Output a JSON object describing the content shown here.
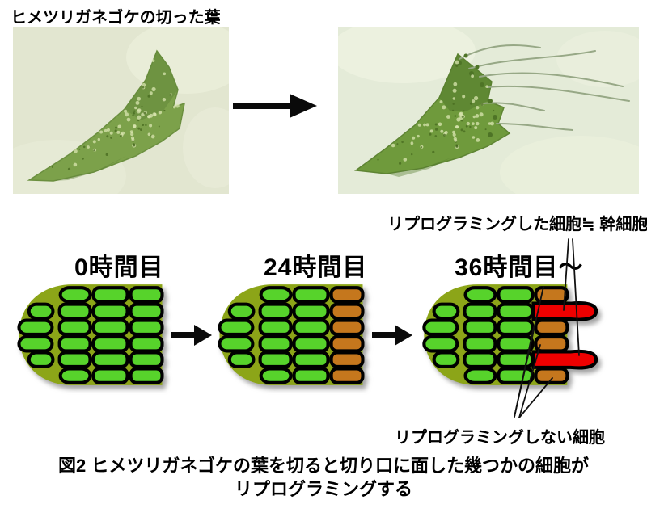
{
  "title": "ヒメツリガネゴケの切った葉",
  "annotations": {
    "reprogrammed": "リプログラミングした細胞≒ 幹細胞",
    "not_reprogrammed": "リプログラミングしない細胞"
  },
  "diagram": {
    "rows": 6,
    "stages": [
      {
        "label": "0時間目",
        "cut_column": [
          "green",
          "green",
          "green",
          "green",
          "green",
          "green"
        ]
      },
      {
        "label": "24時間目",
        "cut_column": [
          "orange",
          "orange",
          "orange",
          "orange",
          "orange",
          "orange"
        ]
      },
      {
        "label": "36時間目〜",
        "cut_column": [
          "orange",
          "red",
          "orange",
          "orange",
          "red",
          "orange"
        ]
      }
    ]
  },
  "caption": {
    "line1": "図2 ヒメツリガネゴケの葉を切ると切り口に面した幾つかの細胞が",
    "line2": "リプログラミングする"
  },
  "colors": {
    "leaf_base": "#8CA518",
    "cell_green": "#57D32B",
    "cell_orange": "#C5771D",
    "cell_red": "#EE0000",
    "outline": "#000000"
  }
}
